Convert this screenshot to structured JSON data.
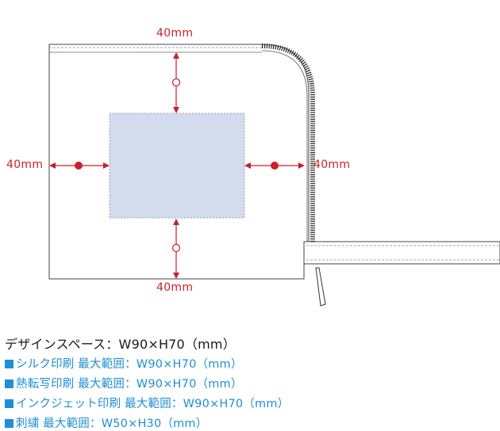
{
  "dimensions": {
    "top": "40mm",
    "bottom": "40mm",
    "left": "40mm",
    "right": "40mm"
  },
  "colors": {
    "accent_red": "#cc1f2a",
    "accent_blue": "#1f8fd6",
    "design_area_fill": "#d3dcec",
    "outline": "#444444"
  },
  "info": {
    "title": "デザインスペース：W90×H70（mm）",
    "rows": [
      {
        "label": "シルク印刷 最大範囲：W90×H70（mm）"
      },
      {
        "label": "熱転写印刷 最大範囲：W90×H70（mm）"
      },
      {
        "label": "インクジェット印刷 最大範囲：W90×H70（mm）"
      },
      {
        "label": "刺繍 最大範囲：W50×H30（mm）"
      }
    ]
  }
}
